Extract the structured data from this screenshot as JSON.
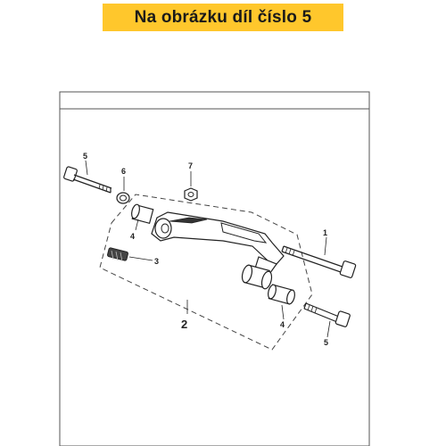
{
  "banner": {
    "text": "Na obrázku díl číslo 5",
    "color": "#ffc72c"
  },
  "callouts": [
    {
      "id": "c5a",
      "label": "5"
    },
    {
      "id": "c6",
      "label": "6"
    },
    {
      "id": "c7",
      "label": "7"
    },
    {
      "id": "c4a",
      "label": "4"
    },
    {
      "id": "c3",
      "label": "3"
    },
    {
      "id": "c1",
      "label": "1"
    },
    {
      "id": "c2",
      "label": "2"
    },
    {
      "id": "c4b",
      "label": "4"
    },
    {
      "id": "c5b",
      "label": "5"
    }
  ]
}
